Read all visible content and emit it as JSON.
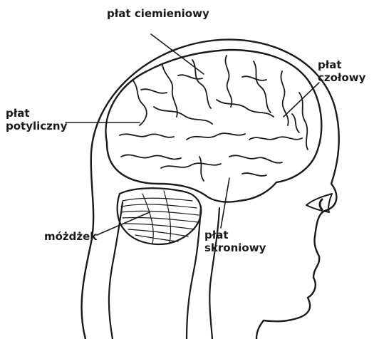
{
  "labels": {
    "parietal": "płat ciemieniowy",
    "frontal": [
      "płat",
      "czołowy"
    ],
    "occipital": [
      "płat",
      "potyliczny"
    ],
    "cerebellum": "móżdżek",
    "temporal": [
      "płat",
      "skroniowy"
    ]
  },
  "colors": {
    "ink": "#1a1a1a",
    "background": "#ffffff"
  }
}
